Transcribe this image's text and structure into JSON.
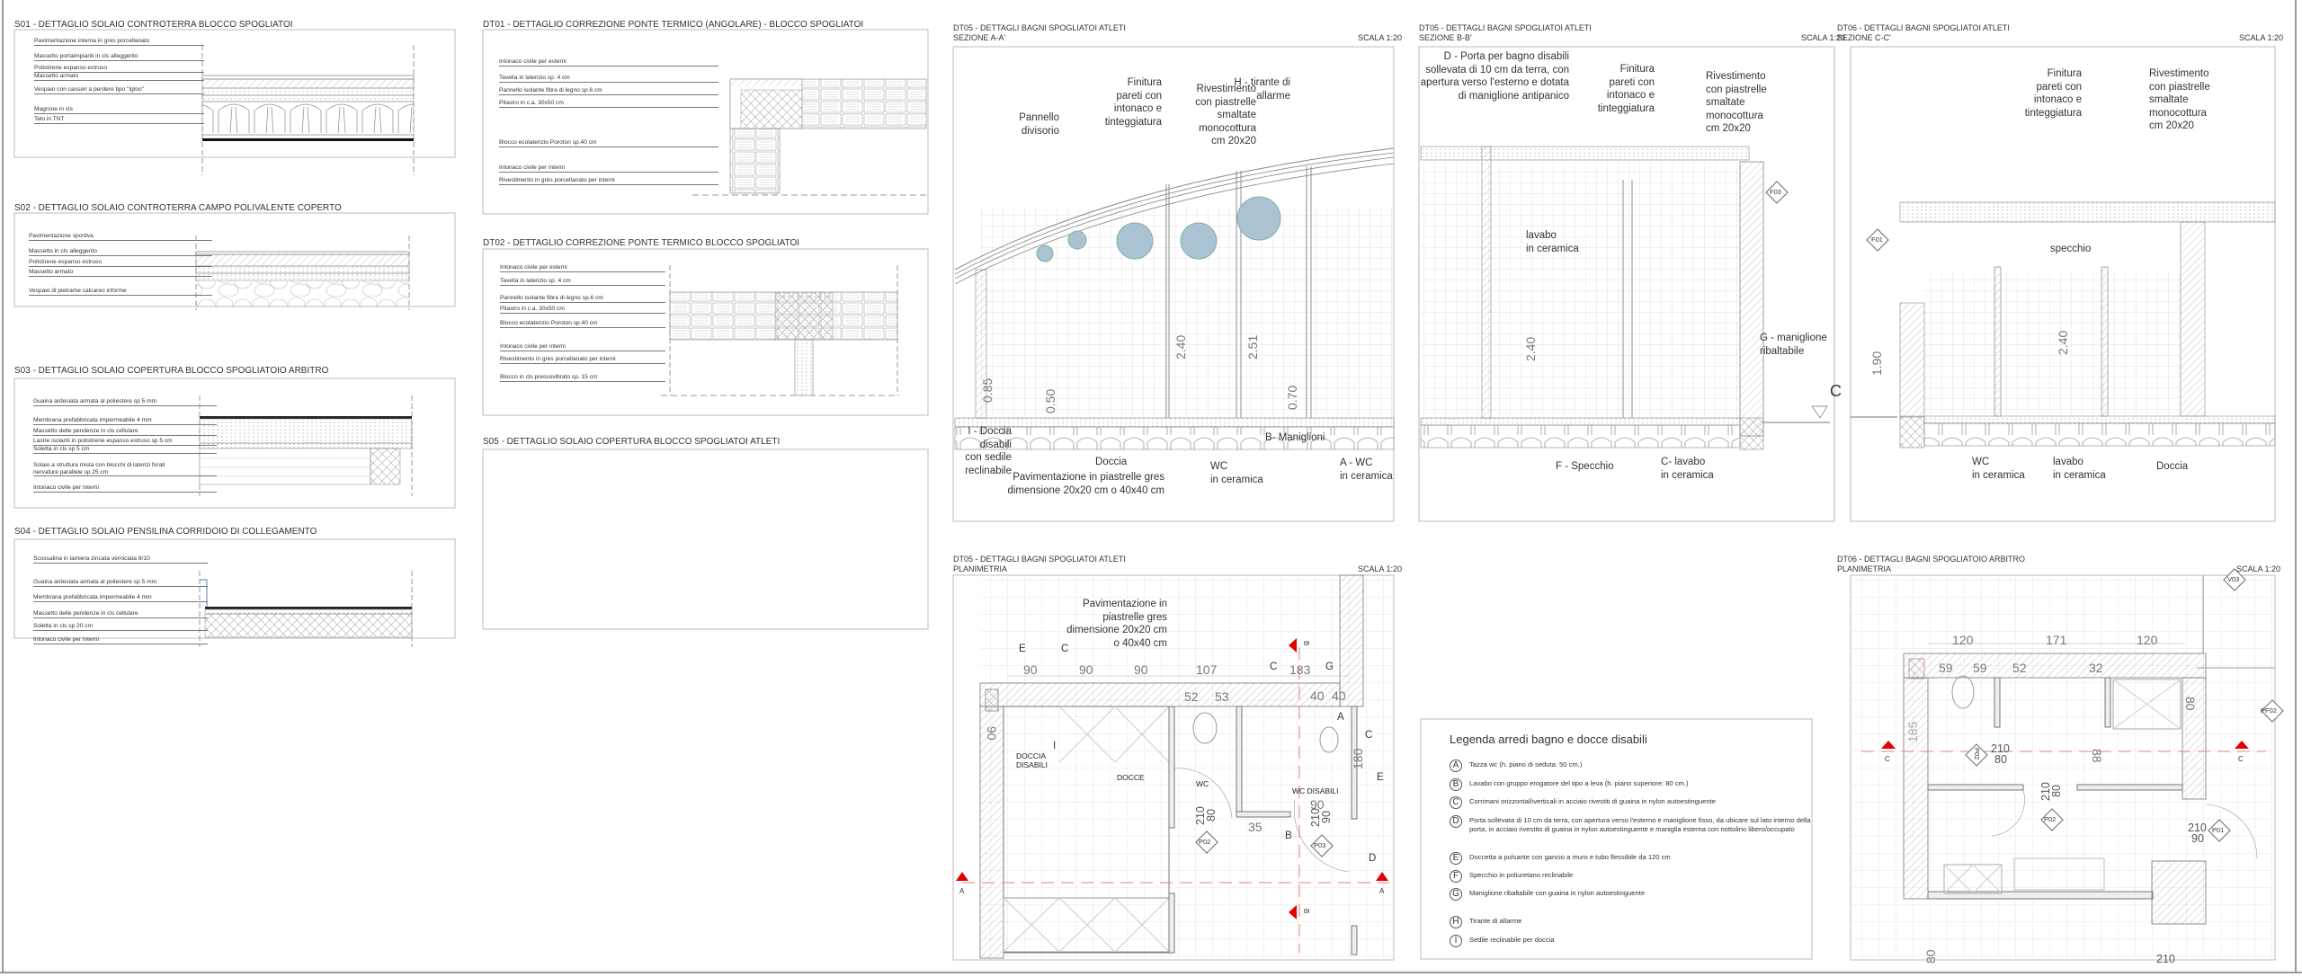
{
  "s01": {
    "title": "S01 - DETTAGLIO SOLAIO CONTROTERRA BLOCCO SPOGLIATOI",
    "layers": [
      "Pavimentazione interna in gres porcellanato",
      "Massetto portaimpianti in cls alleggerito",
      "Polistirene espanso estruso",
      "Massetto armato",
      "Vespaio con casseri a perdere tipo \"Igloo\"",
      "Magrone in cls",
      "Telo in TNT"
    ]
  },
  "s02": {
    "title": "S02 - DETTAGLIO SOLAIO CONTROTERRA CAMPO POLIVALENTE COPERTO",
    "layers": [
      "Pavimentazione sportiva",
      "Massetto in cls alleggerito",
      "Polistirene espanso estruso",
      "Massetto armato",
      "Vespaio di pietrame calcareo informe"
    ]
  },
  "s03": {
    "title": "S03 - DETTAGLIO SOLAIO COPERTURA BLOCCO SPOGLIATOIO ARBITRO",
    "layers": [
      "Guaina ardesiata armata al poliestere sp 5 mm",
      "Membrana prefabbricata impermeabile  4 mm",
      "Massetto delle pendenze in cls cellulare",
      "Lastre isolanti in polistirene espanso estruso sp 5 cm",
      "Soletta in cls sp 5 cm",
      "Solaio a struttura mista con blocchi di laterizi forati\nnervature parallele sp 25 cm",
      "Intonaco civile per interni"
    ]
  },
  "s04": {
    "title": "S04 - DETTAGLIO SOLAIO PENSILINA CORRIDOIO DI COLLEGAMENTO",
    "layers": [
      "Scossalina in lamiera zincata verniciata 8/10",
      "Guaina ardesiata armata al poliestere sp 5 mm",
      "Membrana prefabbricata impermeabile  4 mm",
      "Massetto delle pendenze in cls cellulare",
      "Soletta in cls sp 20 cm",
      "Intonaco civile per interni"
    ]
  },
  "s05": {
    "title": "S05 - DETTAGLIO SOLAIO COPERTURA BLOCCO SPOGLIATOI ATLETI"
  },
  "dt01": {
    "title": "DT01 - DETTAGLIO CORREZIONE PONTE TERMICO (ANGOLARE) - BLOCCO SPOGLIATOI",
    "layers": [
      "Intonaco civile per esterni",
      "Tavella in laterizio sp. 4 cm",
      "Pannello isolante fibra di legno sp.6 cm",
      "Pilastro in c.a. 30x50 cm",
      "Blocco ecolaterizio Poroton sp.40 cm",
      "Intonaco civile per interni",
      "Rivestimento in grès porcellanato per interni"
    ]
  },
  "dt02": {
    "title": "DT02 - DETTAGLIO CORREZIONE PONTE TERMICO  BLOCCO SPOGLIATOI",
    "layers": [
      "Intonaco civile per esterni",
      "Tavella in laterizio sp. 4 cm",
      "Pannello isolante fibra di legno sp.6 cm",
      "Pilastro in c.a. 30x50 cm",
      "Blocco ecolaterizio Poroton sp.40 cm",
      "Intonaco civile per interni",
      "Rivestimento in grès porcellanato per interni",
      "Blocco in cls pressovibrato sp. 15 cm"
    ]
  },
  "sec_aa": {
    "title": "DT05 - DETTAGLI BAGNI SPOGLIATOI ATLETI",
    "subtitle": "SEZIONE A-A'",
    "scale": "SCALA 1:20",
    "callouts": {
      "pannello": "Pannello\ndivisorio",
      "finitura": "Finitura\npareti con\nintonaco e\ntinteggiatura",
      "rivestimento": "Rivestimento\ncon piastrelle\nsmaltate\nmonocottura\ncm 20x20",
      "tirante": "H - tirante di\nallarme",
      "doccia_disabili": "I -  Doccia\ndisabili\ncon sedile\nreclinabile",
      "doccia": "Doccia",
      "pavimentazione": "Pavimentazione in piastrelle gres\ndimensione 20x20 cm o 40x40 cm",
      "wc": "WC\nin ceramica",
      "maniglioni": "B- Maniglioni",
      "a_wc": "A - WC\nin ceramica"
    },
    "dims": [
      "0.85",
      "0.50",
      "2.40",
      "2.51",
      "0.70"
    ]
  },
  "sec_bb": {
    "title": "DT05 - DETTAGLI BAGNI SPOGLIATOI ATLETI",
    "subtitle": "SEZIONE B-B'",
    "scale": "SCALA 1:20",
    "callouts": {
      "porta": "D - Porta per bagno disabili\nsollevata di 10 cm da terra, con\napertura verso l'esterno e dotata\ndi maniglione antipanico",
      "finitura": "Finitura\npareti con\nintonaco e\ntinteggiatura",
      "rivestimento": "Rivestimento\ncon piastrelle\nsmaltate\nmonocottura\ncm 20x20",
      "lavabo": "lavabo\nin ceramica",
      "maniglione": "G - maniglione\nribaltabile",
      "specchio": "F - Specchio",
      "c_lavabo": "C- lavabo\nin ceramica"
    },
    "dims": [
      "2.40"
    ],
    "tags": [
      "F03"
    ],
    "section_mark": "C"
  },
  "sec_cc": {
    "title": "DT06 - DETTAGLI BAGNI SPOGLIATOI ATLETI",
    "subtitle": "SEZIONE C-C'",
    "scale": "SCALA 1:20",
    "callouts": {
      "finitura": "Finitura\npareti con\nintonaco e\ntinteggiatura",
      "rivestimento": "Rivestimento\ncon piastrelle\nsmaltate\nmonocottura\ncm 20x20",
      "specchio": "specchio",
      "wc": "WC\nin ceramica",
      "lavabo": "lavabo\nin ceramica",
      "doccia": "Doccia"
    },
    "dims": [
      "1.90",
      "2.40"
    ],
    "tags": [
      "F01"
    ]
  },
  "plan_dt05": {
    "title": "DT05 - DETTAGLI BAGNI SPOGLIATOI ATLETI",
    "subtitle": "PLANIMETRIA",
    "scale": "SCALA 1:20",
    "pavimentazione": "Pavimentazione in\npiastrelle gres\ndimensione 20x20 cm\no 40x40 cm",
    "letters": {
      "e1": "E",
      "c1": "C",
      "c2": "C",
      "g": "G",
      "a": "A",
      "i": "I",
      "c3": "C",
      "e2": "E",
      "b": "B",
      "d": "D"
    },
    "dims_top": [
      "90",
      "90",
      "90",
      "107",
      "183"
    ],
    "dims_inner": [
      "52",
      "53",
      "40",
      "40"
    ],
    "dims_other": {
      "left": "90",
      "right": "180",
      "wcd": "90",
      "b": "35"
    },
    "rooms": {
      "doccia_disabili": "DOCCIA\nDISABILI",
      "docce": "DOCCE",
      "wc": "WC",
      "wc_disabili": "WC DISABILI"
    },
    "doors": [
      {
        "h": "210",
        "w": "80",
        "tag": "P02"
      },
      {
        "h": "210",
        "w": "90",
        "tag": "P03"
      }
    ],
    "section_marks": {
      "a": "A",
      "b": "B"
    },
    "marker_color": "#e00000"
  },
  "plan_dt06": {
    "title": "DT06 - DETTAGLI BAGNI SPOGLIATOIO ARBITRO",
    "subtitle": "PLANIMETRIA",
    "scale": "SCALA 1:20",
    "dims_top": [
      "120",
      "171",
      "120"
    ],
    "dims_inner": [
      "59",
      "59",
      "52",
      "32"
    ],
    "dims_other": {
      "left": "185",
      "right": "80",
      "mid": "88",
      "bottom": "80"
    },
    "tags": {
      "v03": "V03",
      "pf02": "PF02",
      "p01": "P01"
    },
    "doors": [
      {
        "h": "210",
        "w": "80",
        "tag": "P02"
      },
      {
        "h": "210",
        "w": "80",
        "tag": "P02"
      },
      {
        "h": "210",
        "w": "90",
        "tag": "P01"
      }
    ],
    "bottom_h": "210",
    "section_mark": "C"
  },
  "legend": {
    "title": "Legenda arredi bagno e docce disabili",
    "items": [
      {
        "key": "A",
        "text": "Tazza wc (h. piano di seduta: 50 cm.)"
      },
      {
        "key": "B",
        "text": "Lavabo con gruppo erogatore del tipo a leva (h. piano superiore: 80 cm.)"
      },
      {
        "key": "C",
        "text": "Corrimani orizzontali\\verticali in acciaio rivestiti di guaina in nylon autoestinguente"
      },
      {
        "key": "D",
        "text": "Porta sollevata di 10 cm da terra, con apertura verso l'esterno e maniglione fisso, da ubicare sul lato interno della porta, in acciaio rivestito di guaina in nylon autoestinguente e maniglia esterna con nottolino libero/occupato"
      },
      {
        "key": "E",
        "text": "Doccetta a pulsante con gancio a muro e tubo flessibile da 120 cm"
      },
      {
        "key": "F",
        "text": "Specchio in poliuretano reclinabile"
      },
      {
        "key": "G",
        "text": "Maniglione ribaltabile con guaina in nylon autoestinguente"
      },
      {
        "key": "H",
        "text": "Tirante di allarme"
      },
      {
        "key": "I",
        "text": "Sedile reclinabile per doccia"
      }
    ]
  }
}
